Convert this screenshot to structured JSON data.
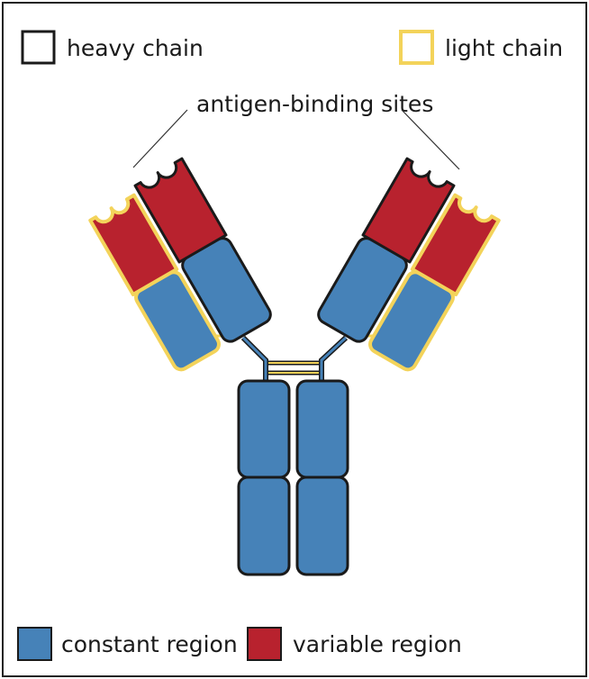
{
  "legend": {
    "heavy_chain": "heavy chain",
    "light_chain": "light chain",
    "constant_region": "constant region",
    "variable_region": "variable region"
  },
  "annotation": {
    "antigen_binding_sites": "antigen-binding sites"
  },
  "colors": {
    "heavy_outline": "#1a1a1a",
    "light_outline": "#f3d35a",
    "constant": "#4682b8",
    "variable": "#b8222e",
    "hinge": "#2d6ea8"
  }
}
